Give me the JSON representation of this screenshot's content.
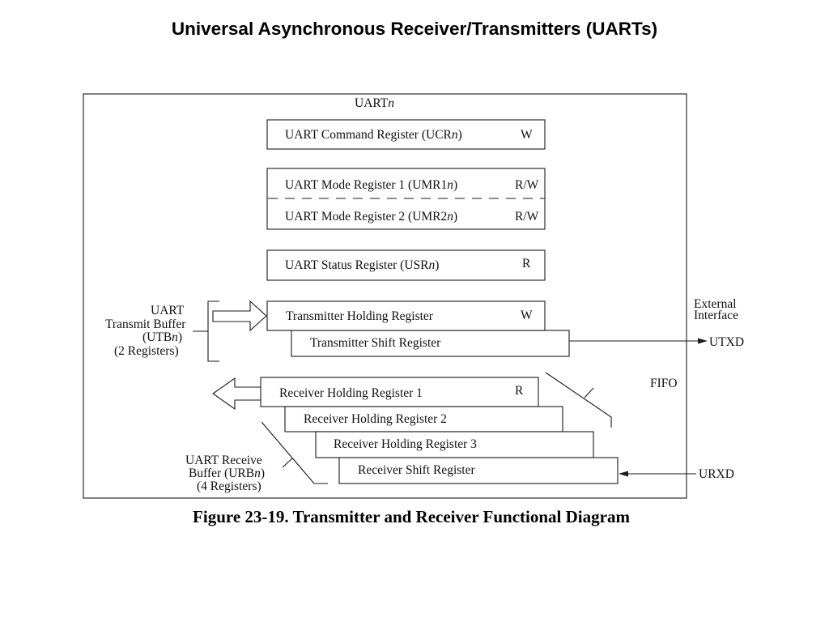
{
  "slide": {
    "title": "Universal Asynchronous Receiver/Transmitters (UARTs)"
  },
  "diagram": {
    "module_label": "UARTn",
    "registers": {
      "ucr": {
        "label": "UART Command Register (UCRn)",
        "access": "W"
      },
      "umr1": {
        "label": "UART Mode Register 1 (UMR1n)",
        "access": "R/W"
      },
      "umr2": {
        "label": "UART Mode Register 2 (UMR2n)",
        "access": "R/W"
      },
      "usr": {
        "label": "UART Status Register (USRn)",
        "access": "R"
      },
      "thr": {
        "label": "Transmitter Holding Register",
        "access": "W"
      },
      "tsr": {
        "label": "Transmitter Shift Register"
      },
      "rhr1": {
        "label": "Receiver Holding Register 1",
        "access": "R"
      },
      "rhr2": {
        "label": "Receiver Holding Register 2"
      },
      "rhr3": {
        "label": "Receiver Holding Register 3"
      },
      "rsr": {
        "label": "Receiver Shift Register"
      }
    },
    "transmit_buffer_label": [
      "UART",
      "Transmit Buffer",
      "(UTBn)",
      "(2 Registers)"
    ],
    "receive_buffer_label": [
      "UART Receive",
      "Buffer (URBn)",
      "(4 Registers)"
    ],
    "external_interface_label": [
      "External",
      "Interface"
    ],
    "fifo_label": "FIFO",
    "pins": {
      "transmit": "UTXD",
      "receive": "URXD"
    }
  },
  "caption": "Figure 23-19. Transmitter and Receiver Functional Diagram"
}
